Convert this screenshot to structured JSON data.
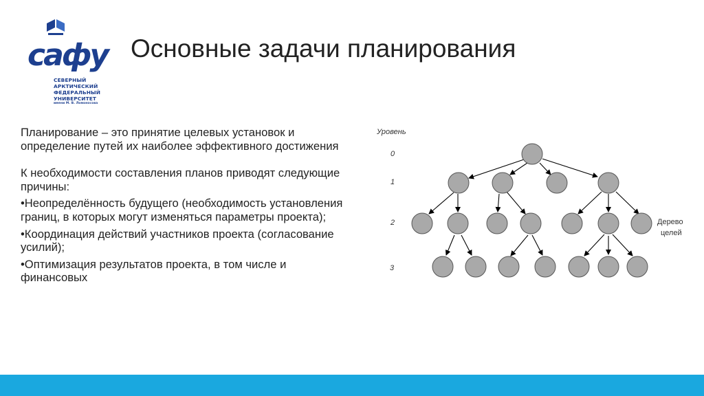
{
  "logo": {
    "word": "сафу",
    "lines": [
      "СЕВЕРНЫЙ",
      "АРКТИЧЕСКИЙ",
      "ФЕДЕРАЛЬНЫЙ",
      "УНИВЕРСИТЕТ"
    ],
    "small": "имени М. В. Ломоносова",
    "color": "#1d3f8f"
  },
  "title": "Основные задачи планирования",
  "body": {
    "definition": "Планирование – это принятие целевых установок и определение путей их наиболее эффективного достижения",
    "intro": "К необходимости составления планов приводят следующие причины:",
    "bullets": [
      "•Неопределённость будущего (необходимость установления границ, в которых могут изменяться параметры проекта);",
      "•Координация действий участников проекта (согласование усилий);",
      "•Оптимизация результатов проекта, в том числе и финансовых"
    ]
  },
  "diagram": {
    "level_header": "Уровень",
    "levels": [
      "0",
      "1",
      "2",
      "3"
    ],
    "tree_label_line1": "Дерево",
    "tree_label_line2": "целей",
    "node_fill": "#a9a9a9",
    "edge_color": "#000000"
  },
  "accent_bar_color": "#1aa8df"
}
